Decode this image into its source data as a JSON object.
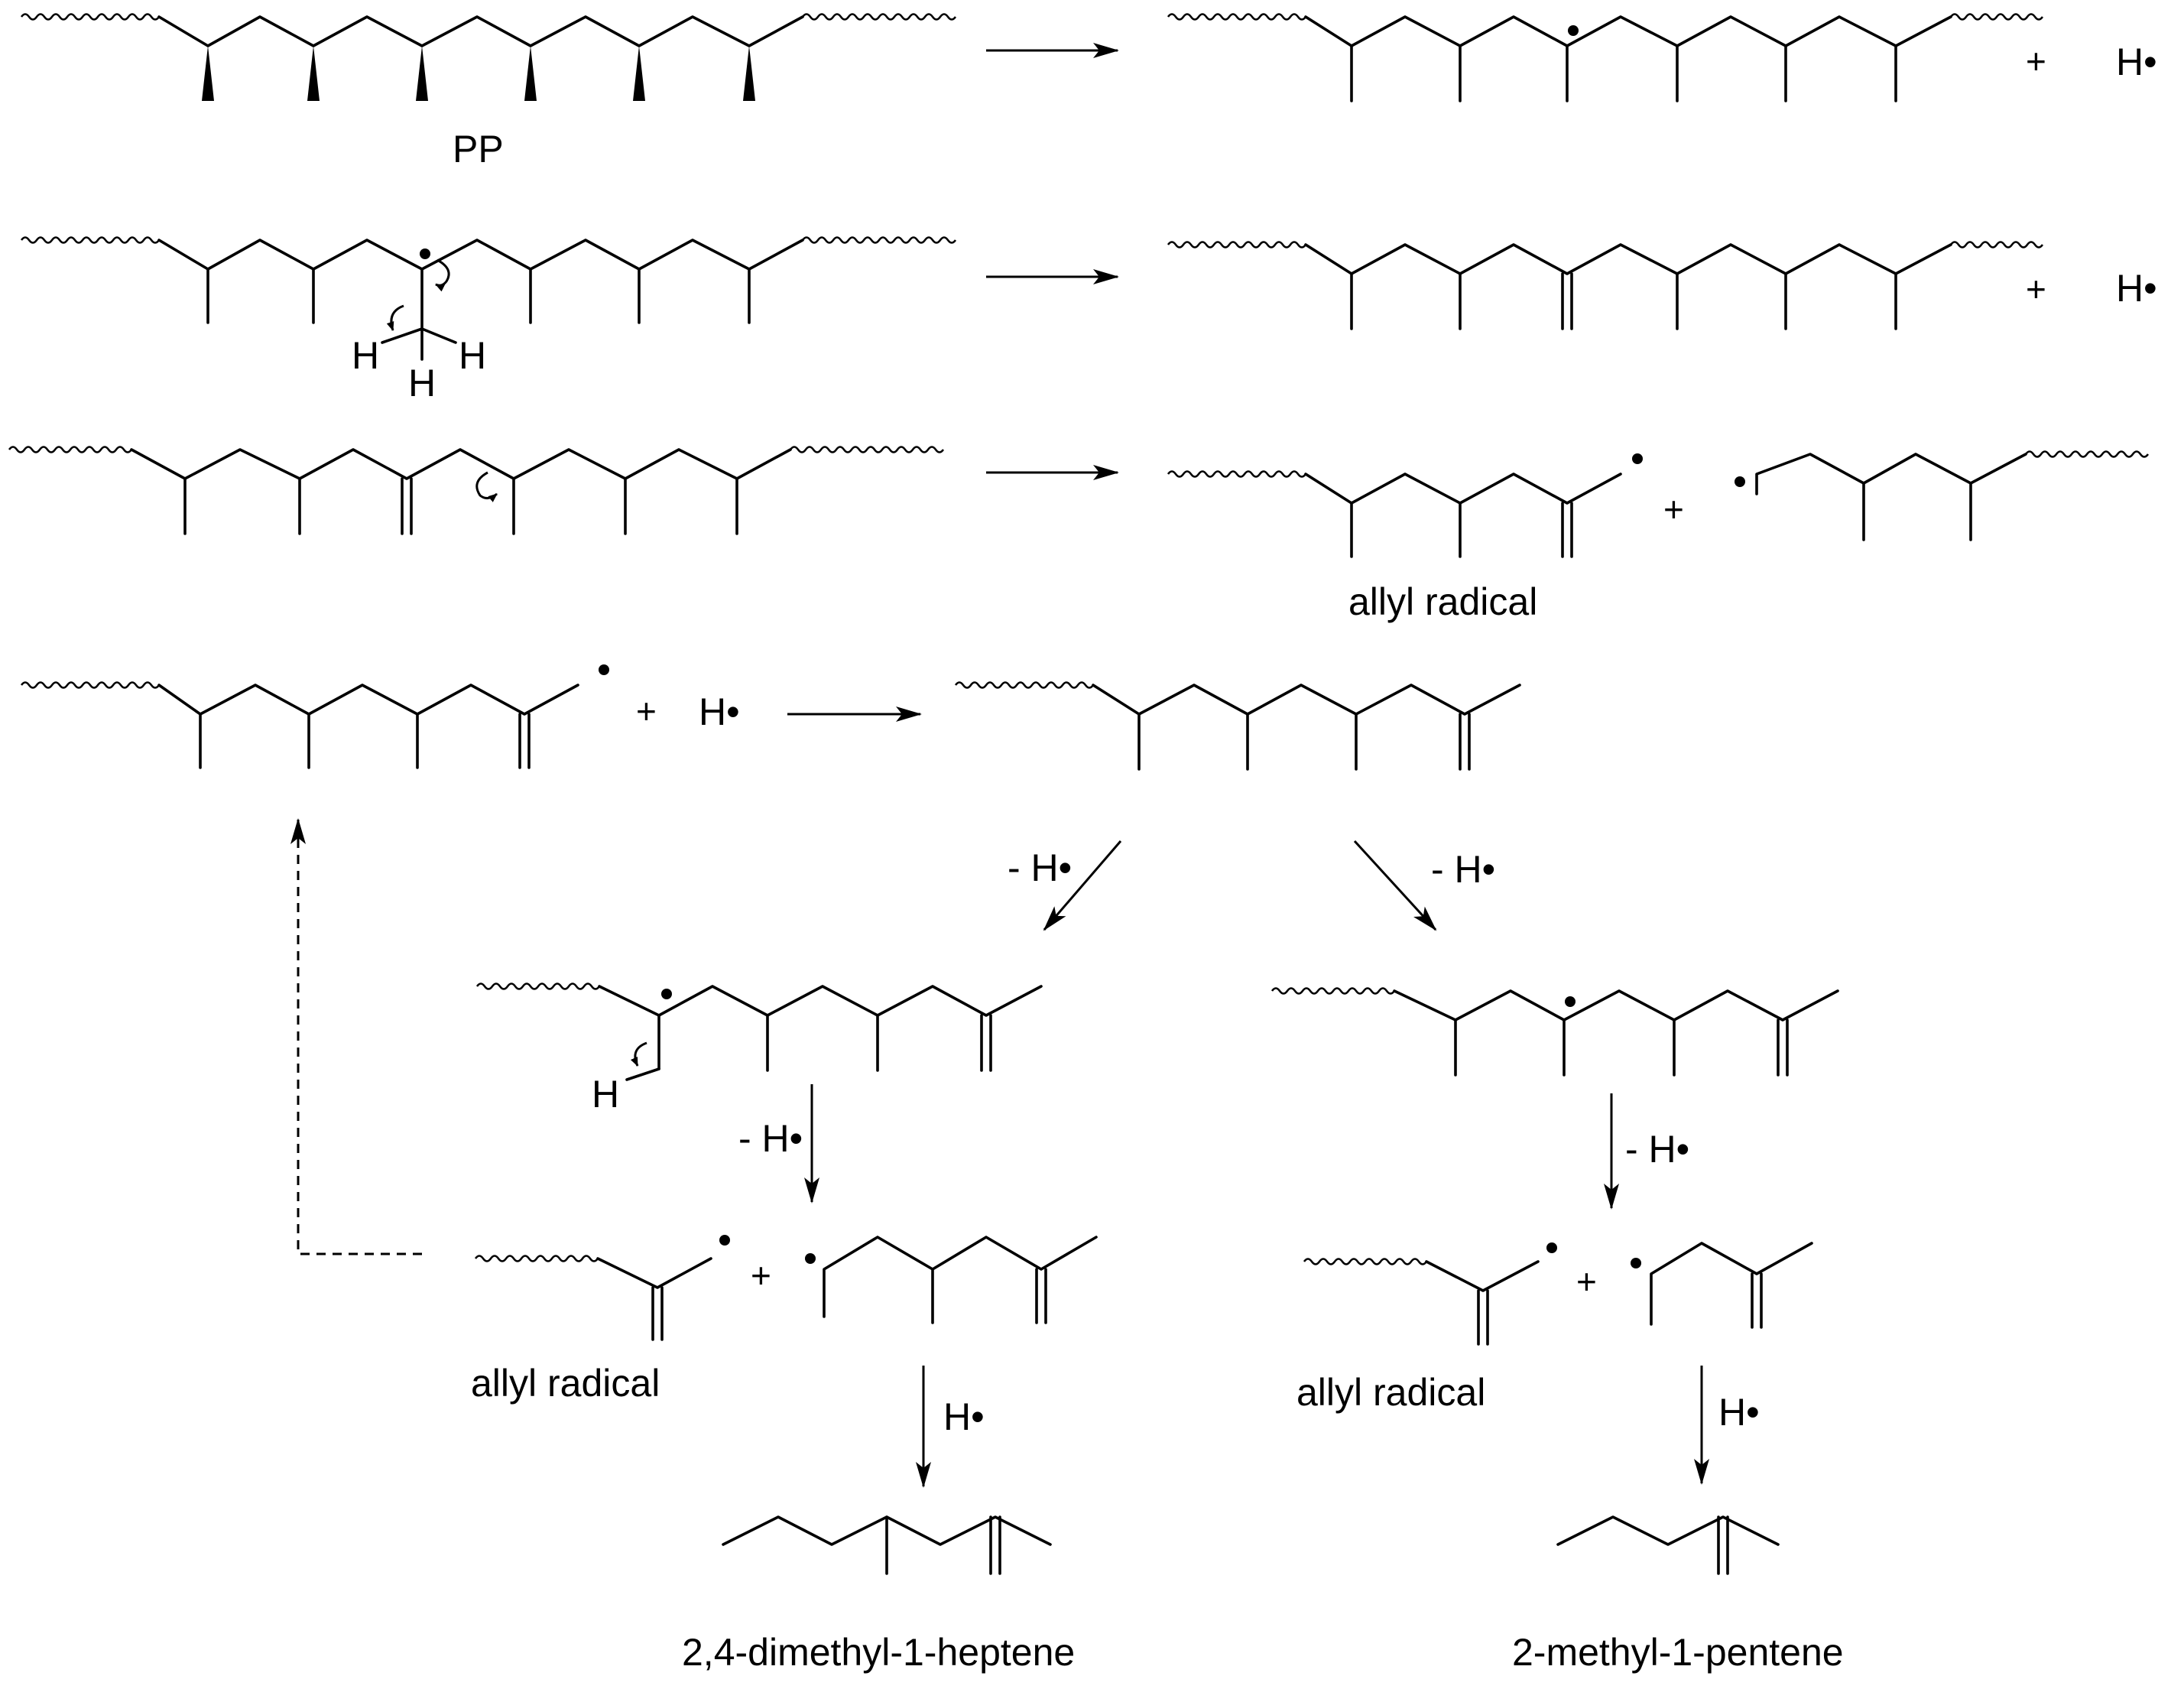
{
  "labels": {
    "pp": "PP",
    "allyl_radical": "allyl radical",
    "product_1": "2,4-dimethyl-1-heptene",
    "product_2": "2-methyl-1-pentene"
  },
  "symbols": {
    "plus": "+",
    "h": "H",
    "h_radical": "H•",
    "minus_h_radical": "- H•"
  },
  "colors": {
    "ink": "#000000",
    "background": "#ffffff"
  }
}
